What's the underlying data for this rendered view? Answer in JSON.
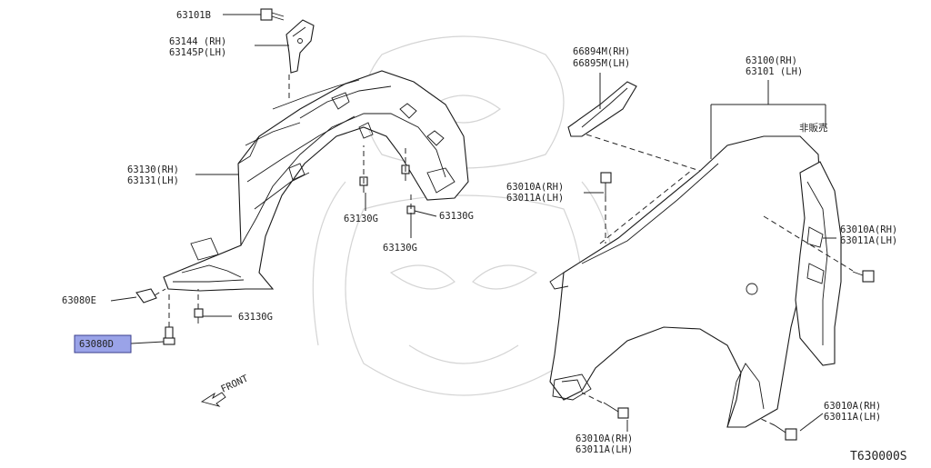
{
  "diagram_code": "T630000S",
  "labels": {
    "l63101b": "63101B",
    "l63144": "63144  (RH)",
    "l63145p": "63145P(LH)",
    "l63130": "63130(RH)",
    "l63131": "63131(LH)",
    "l63130g_a": "63130G",
    "l63130g_b": "63130G",
    "l63130g_c": "63130G",
    "l63130g_d": "63130G",
    "l63080e": "63080E",
    "l63080d": "63080D",
    "front": "FRONT",
    "l66894m": "66894M(RH)",
    "l66895m": "66895M(LH)",
    "l63100": "63100(RH)",
    "l63101": "63101 (LH)",
    "not_for_sale": "非販売",
    "l63010a_1": "63010A(RH)",
    "l63011a_1": "63011A(LH)",
    "l63010a_2": "63010A(RH)",
    "l63011a_2": "63011A(LH)",
    "l63010a_3": "63010A(RH)",
    "l63011a_3": "63011A(LH)",
    "l63010a_4": "63010A(RH)",
    "l63011a_4": "63011A(LH)"
  },
  "highlighted_part": "63080D",
  "colors": {
    "highlight": "#9aa3e8",
    "line": "#222222",
    "watermark": "#d4d4d4"
  }
}
